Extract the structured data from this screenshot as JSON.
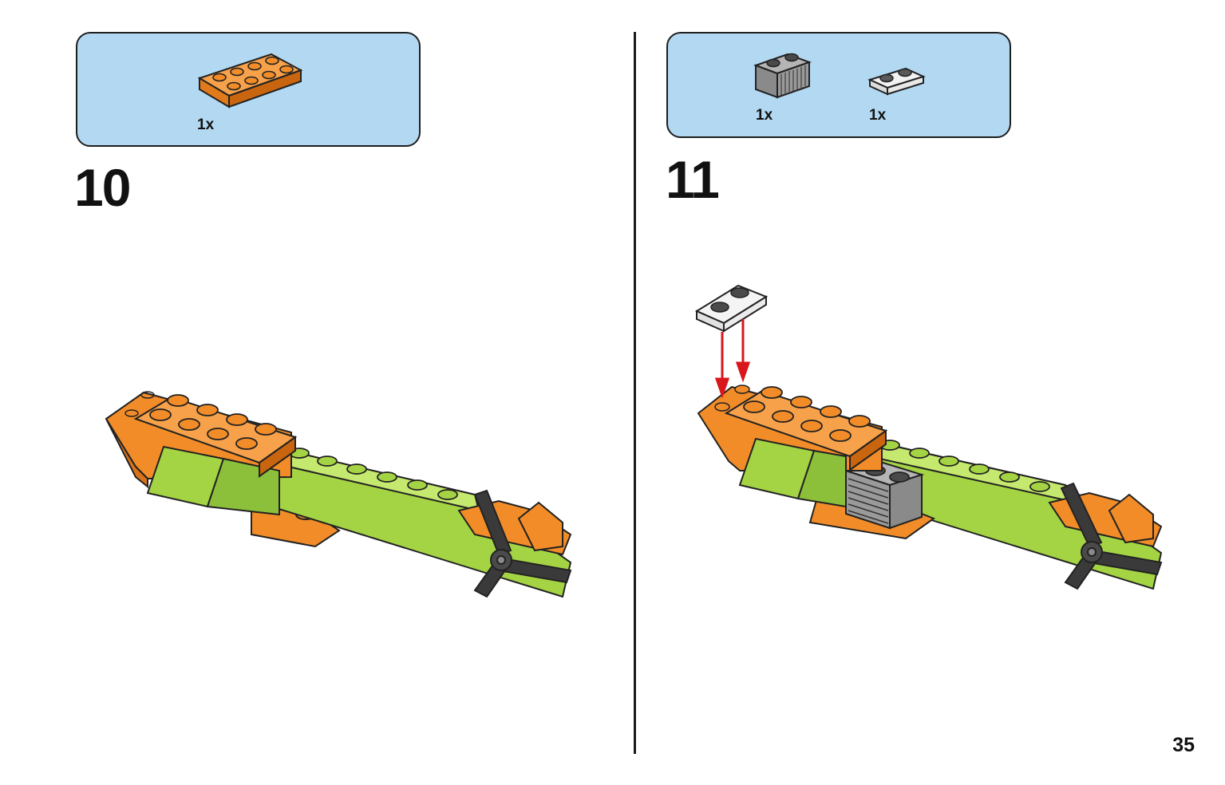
{
  "step10": {
    "number": "10",
    "parts": [
      {
        "name": "orange 2x4 plate",
        "qty": "1x"
      }
    ]
  },
  "step11": {
    "number": "11",
    "parts": [
      {
        "name": "dark grey 1x2 grille brick",
        "qty": "1x"
      },
      {
        "name": "transparent 1x2 plate",
        "qty": "1x"
      }
    ]
  },
  "page": {
    "number": "35"
  },
  "colors": {
    "parts_box": "#b3d8f2",
    "orange": "#f28c28",
    "lime": "#9fd63f",
    "dark_grey": "#3a3a3a",
    "light_grey": "#a7a7a7",
    "arrow_red": "#d8161b"
  }
}
